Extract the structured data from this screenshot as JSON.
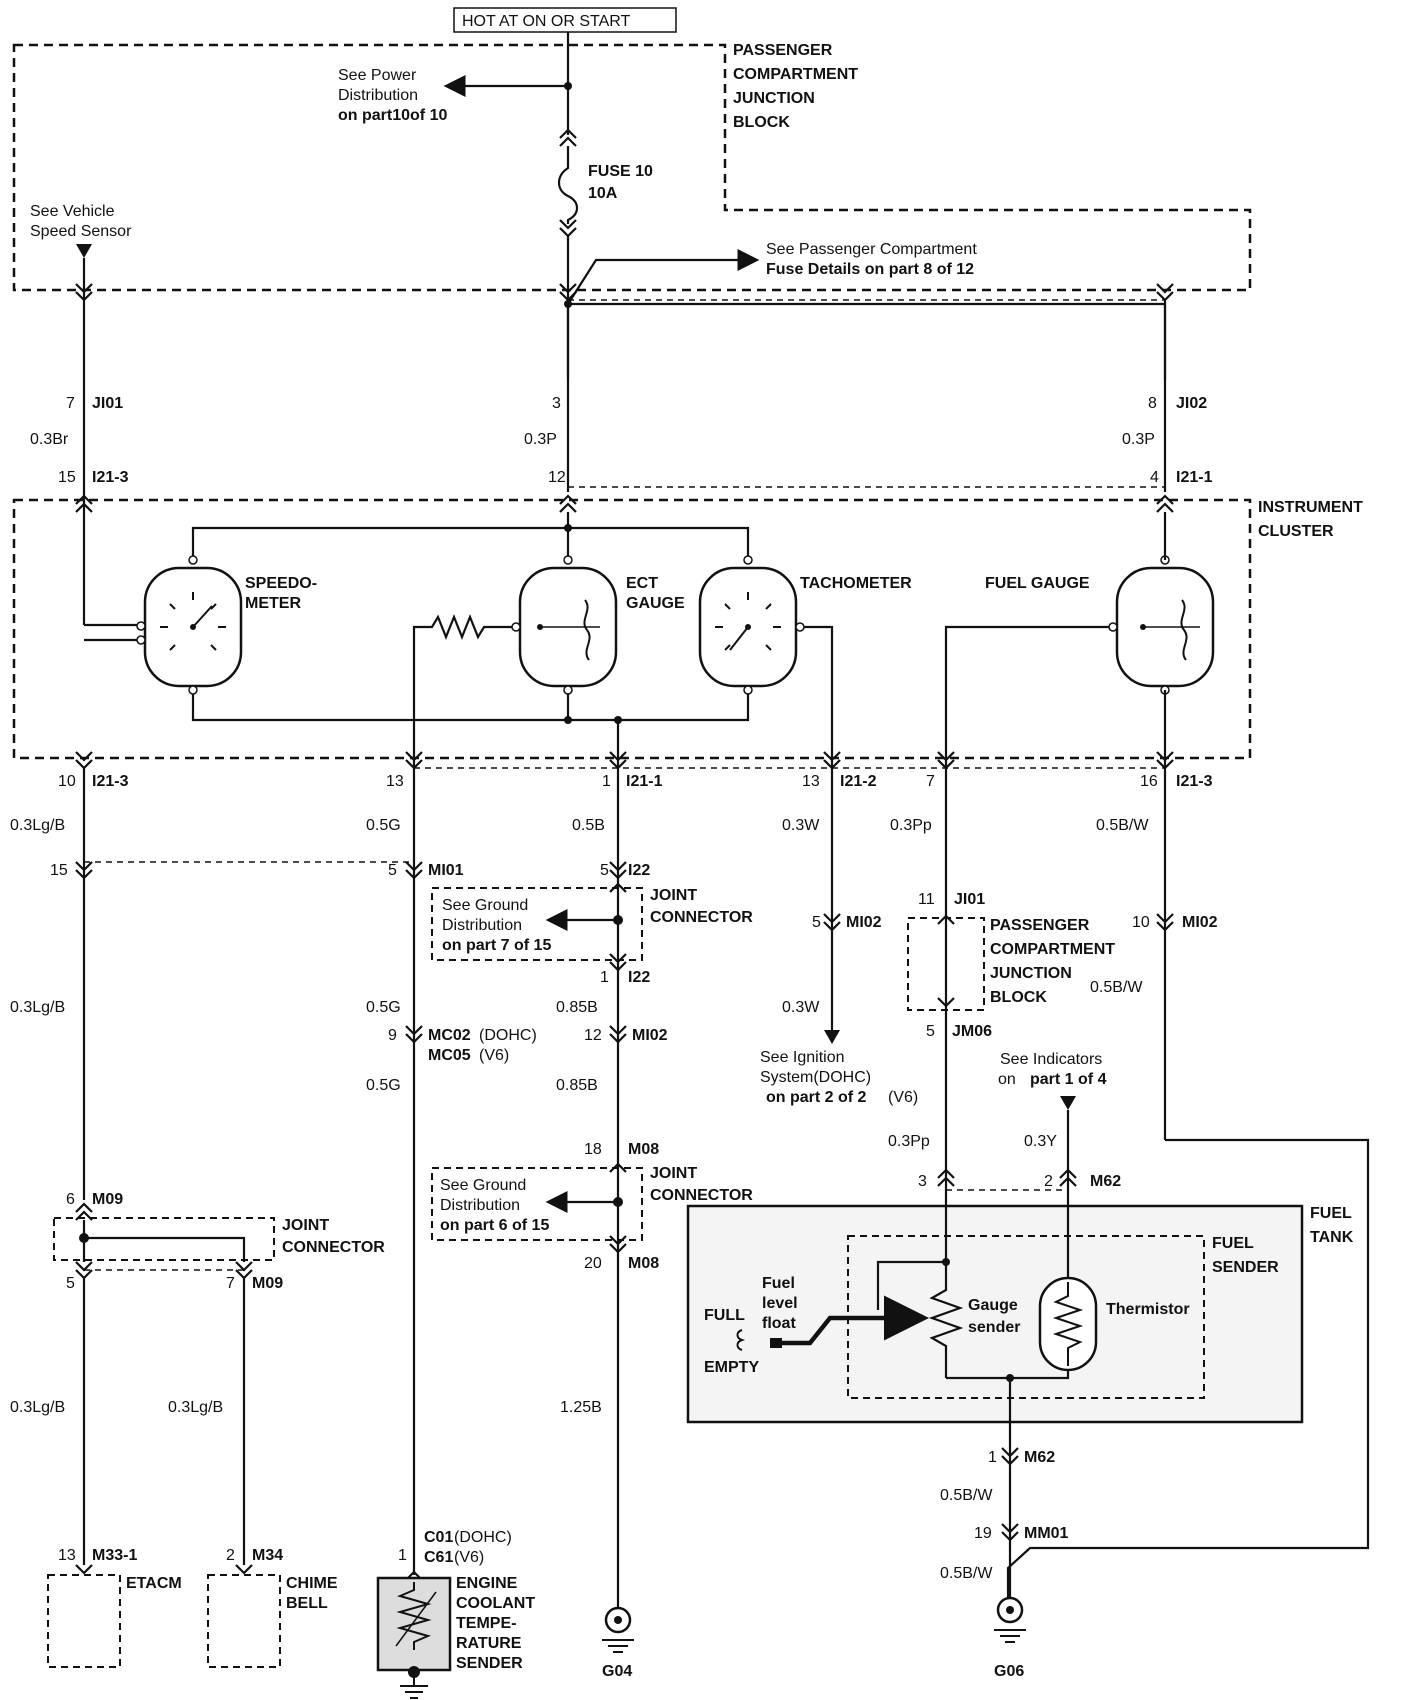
{
  "header": {
    "hot_label": "HOT AT ON OR START"
  },
  "pcjb_top": {
    "label": [
      "PASSENGER",
      "COMPARTMENT",
      "JUNCTION",
      "BLOCK"
    ]
  },
  "power_ref": [
    "See Power",
    "Distribution",
    "on part10of 10"
  ],
  "fuse": {
    "name": "FUSE 10",
    "rating": "10A"
  },
  "fuse_details_ref": [
    "See Passenger Compartment",
    "Fuse Details on  part 8 of 12"
  ],
  "vss_ref": [
    "See Vehicle",
    "Speed Sensor"
  ],
  "upper_connectors": {
    "left": {
      "pin_top": "7",
      "conn_top": "JI01",
      "wire": "0.3Br",
      "pin_bot": "15",
      "conn_bot": "I21-3"
    },
    "middle": {
      "pin_top": "3",
      "wire": "0.3P",
      "pin_bot": "12"
    },
    "right": {
      "pin_top": "8",
      "conn_top": "JI02",
      "wire": "0.3P",
      "pin_bot": "4",
      "conn_bot": "I21-1"
    }
  },
  "cluster": {
    "label": [
      "INSTRUMENT",
      "CLUSTER"
    ],
    "gauges": {
      "speedo": [
        "SPEEDO-",
        "METER"
      ],
      "ect": [
        "ECT",
        "GAUGE"
      ],
      "tach": "TACHOMETER",
      "fuel": "FUEL GAUGE"
    }
  },
  "cluster_outputs": {
    "c1": {
      "pin": "10",
      "conn": "I21-3",
      "wire": "0.3Lg/B"
    },
    "c2": {
      "pin": "13",
      "wire": "0.5G"
    },
    "c3": {
      "pin": "1",
      "conn": "I21-1",
      "wire": "0.5B"
    },
    "c4": {
      "pin": "13",
      "conn": "I21-2",
      "wire": "0.3W"
    },
    "c5": {
      "pin": "7",
      "wire": "0.3Pp"
    },
    "c6": {
      "pin": "16",
      "conn": "I21-3",
      "wire": "0.5B/W"
    }
  },
  "col1": {
    "pin15": "15",
    "wire2": "0.3Lg/B",
    "m09_pin": "6",
    "m09": "M09",
    "jc_label": [
      "JOINT",
      "CONNECTOR"
    ],
    "left_pin": "5",
    "right_pin": "7",
    "right_conn": "M09",
    "left_wire": "0.3Lg/B",
    "right_wire": "0.3Lg/B",
    "etacm_pin": "13",
    "etacm_conn": "M33-1",
    "etacm": "ETACM",
    "chime_pin": "2",
    "chime_conn": "M34",
    "chime": [
      "CHIME",
      "BELL"
    ]
  },
  "col2": {
    "mi01_pin": "5",
    "mi01": "MI01",
    "wire2": "0.5G",
    "mc_pin": "9",
    "mc02": "MC02",
    "mc02_note": "(DOHC)",
    "mc05": "MC05",
    "mc05_note": "(V6)",
    "wire3": "0.5G",
    "c_pin": "1",
    "c01": "C01",
    "c01_note": "(DOHC)",
    "c61": "C61",
    "c61_note": "(V6)",
    "sender": [
      "ENGINE",
      "COOLANT",
      "TEMPE-",
      "RATURE",
      "SENDER"
    ]
  },
  "col3": {
    "i22a_pin": "5",
    "i22a": "I22",
    "jc_label": [
      "JOINT",
      "CONNECTOR"
    ],
    "gnd_ref1": [
      "See Ground",
      "Distribution",
      "on part 7 of 15"
    ],
    "i22b_pin": "1",
    "i22b": "I22",
    "wire2": "0.85B",
    "mi02_pin": "12",
    "mi02": "MI02",
    "wire3": "0.85B",
    "m08a_pin": "18",
    "m08a": "M08",
    "jc2_label": [
      "JOINT",
      "CONNECTOR"
    ],
    "gnd_ref2": [
      "See Ground",
      "Distribution",
      "on part 6 of 15"
    ],
    "m08b_pin": "20",
    "m08b": "M08",
    "wire4": "1.25B",
    "ground": "G04"
  },
  "col4": {
    "mi02_pin": "5",
    "mi02": "MI02",
    "wire2": "0.3W",
    "ign_ref": [
      "See Ignition",
      "System(DOHC)",
      "on part 2 of 2",
      "(V6)"
    ]
  },
  "col5": {
    "ji01_pin": "11",
    "ji01": "JI01",
    "pcjb": [
      "PASSENGER",
      "COMPARTMENT",
      "JUNCTION",
      "BLOCK"
    ],
    "jm06_pin": "5",
    "jm06": "JM06",
    "wire2": "0.3Pp",
    "m62_pin": "3"
  },
  "indicators": {
    "ref": [
      "See Indicators",
      "on",
      "part 1 of 4"
    ],
    "wire": "0.3Y",
    "pin": "2",
    "conn": "M62"
  },
  "col6": {
    "mi02_pin": "10",
    "mi02": "MI02",
    "wire2": "0.5B/W"
  },
  "fuel_tank": {
    "label": [
      "FUEL",
      "TANK"
    ],
    "sender": [
      "FUEL",
      "SENDER"
    ],
    "float": [
      "Fuel",
      "level",
      "float"
    ],
    "full": "FULL",
    "empty": "EMPTY",
    "gauge_sender": [
      "Gauge",
      "sender"
    ],
    "thermistor": "Thermistor"
  },
  "bottom": {
    "m62_pin": "1",
    "m62": "M62",
    "wire1": "0.5B/W",
    "mm01_pin": "19",
    "mm01": "MM01",
    "wire2": "0.5B/W",
    "ground": "G06"
  }
}
